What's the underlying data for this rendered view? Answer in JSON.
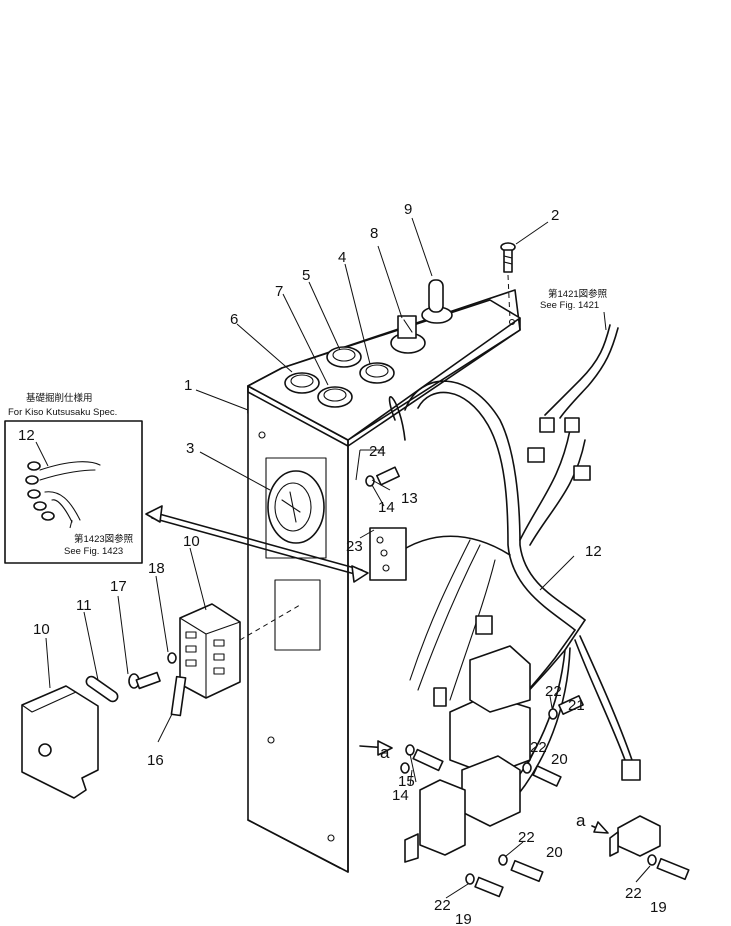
{
  "callouts": {
    "c1": "1",
    "c2": "2",
    "c3": "3",
    "c4": "4",
    "c5": "5",
    "c6": "6",
    "c7": "7",
    "c8": "8",
    "c9": "9",
    "c10a": "10",
    "c10b": "10",
    "c11": "11",
    "c12a": "12",
    "c12b": "12",
    "c13": "13",
    "c14a": "14",
    "c14b": "14",
    "c15": "15",
    "c16": "16",
    "c17": "17",
    "c18": "18",
    "c19a": "19",
    "c19b": "19",
    "c20a": "20",
    "c20b": "20",
    "c21": "21",
    "c22a": "22",
    "c22b": "22",
    "c22c": "22",
    "c22d": "22",
    "c22e": "22",
    "c23": "23",
    "c24": "24",
    "ca1": "a",
    "ca2": "a"
  },
  "refs": {
    "fig1421_jp": "第1421図参照",
    "fig1421_en": "See Fig. 1421",
    "inset_title_jp": "基礎掘削仕様用",
    "inset_title_en": "For Kiso Kutsusaku Spec.",
    "fig1423_jp": "第1423図参照",
    "fig1423_en": "See Fig. 1423"
  }
}
